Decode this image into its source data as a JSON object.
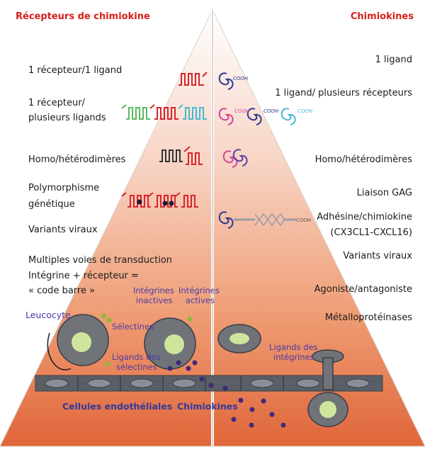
{
  "header": {
    "left_title": "Récepteurs de chimiokine",
    "right_title": "Chimiokines"
  },
  "left_labels": [
    "1 récepteur/1 ligand",
    "1 récepteur/",
    "plusieurs ligands",
    "Homo/hétérodimères",
    "Polymorphisme",
    "génétique",
    "Variants viraux",
    "Multiples voies de transduction",
    "Intégrine + récepteur =",
    "« code barre »"
  ],
  "right_labels": [
    "1 ligand",
    "1 ligand/ plusieurs récepteurs",
    "Homo/hétérodimères",
    "Liaison GAG",
    "Adhésine/chimiokine",
    "(CX3CL1-CXCL16)",
    "Variants viraux",
    "Agoniste/antagoniste",
    "Métalloprotéinases"
  ],
  "cell_labels": {
    "leucocyte": "Leucocyte",
    "selectines": "Sélectines",
    "ligands_selectines_1": "Ligands des",
    "ligands_selectines_2": "sélectines",
    "integrines_inactives_1": "Intégrines",
    "integrines_inactives_2": "inactives",
    "integrines_actives_1": "Intégrines",
    "integrines_actives_2": "actives",
    "ligands_integrines_1": "Ligands des",
    "ligands_integrines_2": "intégrines"
  },
  "footer": {
    "endothelial": "Cellules endothéliales",
    "chemokines": "Chimiokines"
  },
  "cooh_label": "-COOH",
  "colors": {
    "header_red": "#d4201c",
    "receptor_red": "#d8242c",
    "chemokine_navy": "#2b3a8f",
    "endothelium": "#5a5e66",
    "leucocyte_gray": "#707378",
    "nucleus_green": "#cfe59c",
    "pyramid_top": "#ffffff",
    "pyramid_base": "#e0663a"
  }
}
